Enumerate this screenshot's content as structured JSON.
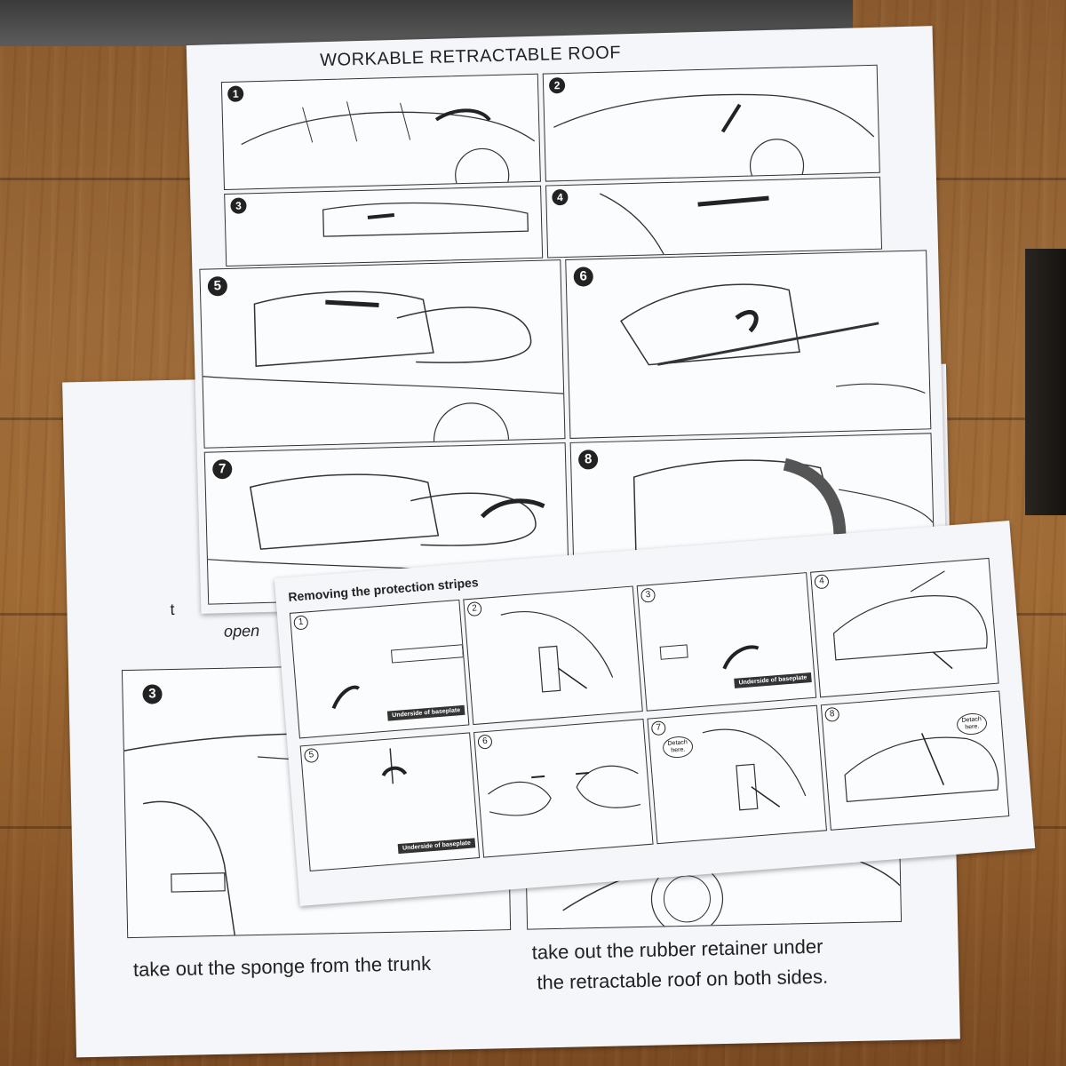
{
  "main_sheet": {
    "title": "WORKABLE RETRACTABLE ROOF",
    "steps": [
      "1",
      "2",
      "3",
      "4",
      "5",
      "6",
      "7",
      "8"
    ]
  },
  "back_sheet": {
    "step_number": "3",
    "partial_text_1": "t",
    "partial_text_2": "open",
    "caption_left": "take out the sponge from the trunk",
    "caption_right_line1": "take out the rubber retainer under",
    "caption_right_line2": "the retractable roof on both sides."
  },
  "small_sheet": {
    "title": "Removing the protection stripes",
    "steps": [
      "1",
      "2",
      "3",
      "4",
      "5",
      "6",
      "7",
      "8"
    ],
    "baseplate_label": "Underside of baseplate",
    "detach_label_line1": "Detach",
    "detach_label_line2": "here."
  },
  "colors": {
    "paper": "#f4f6fa",
    "ink": "#222222",
    "wood": "#9c6a38"
  }
}
